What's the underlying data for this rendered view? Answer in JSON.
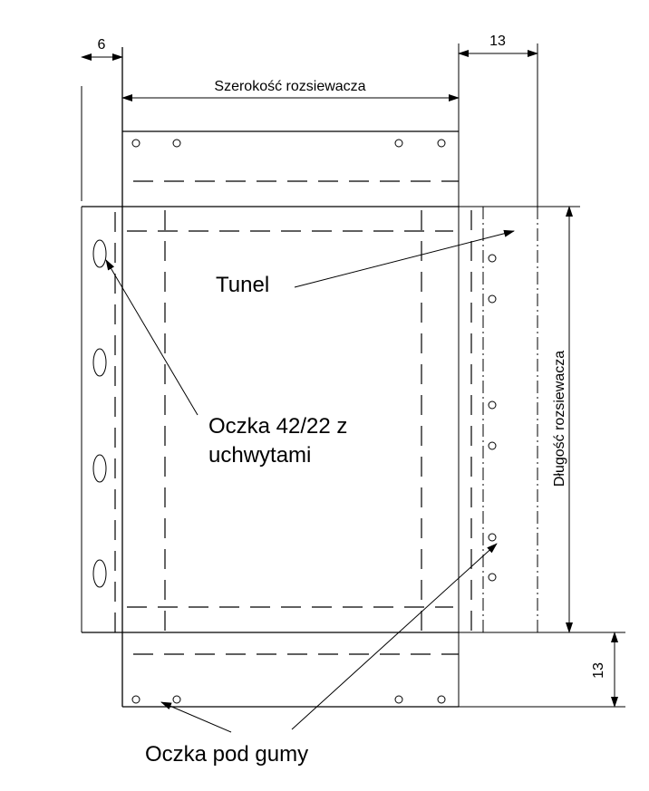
{
  "dimensions": {
    "left_margin": "6",
    "right_margin": "13",
    "bottom_margin": "13",
    "width_label": "Szerokość rozsiewacza",
    "length_label": "Długość rozsiewacza"
  },
  "callouts": {
    "tunnel": "Tunel",
    "eyelets_line1": "Oczka 42/22 z",
    "eyelets_line2": "uchwytami",
    "rubber_eyelets": "Oczka pod gumy"
  }
}
